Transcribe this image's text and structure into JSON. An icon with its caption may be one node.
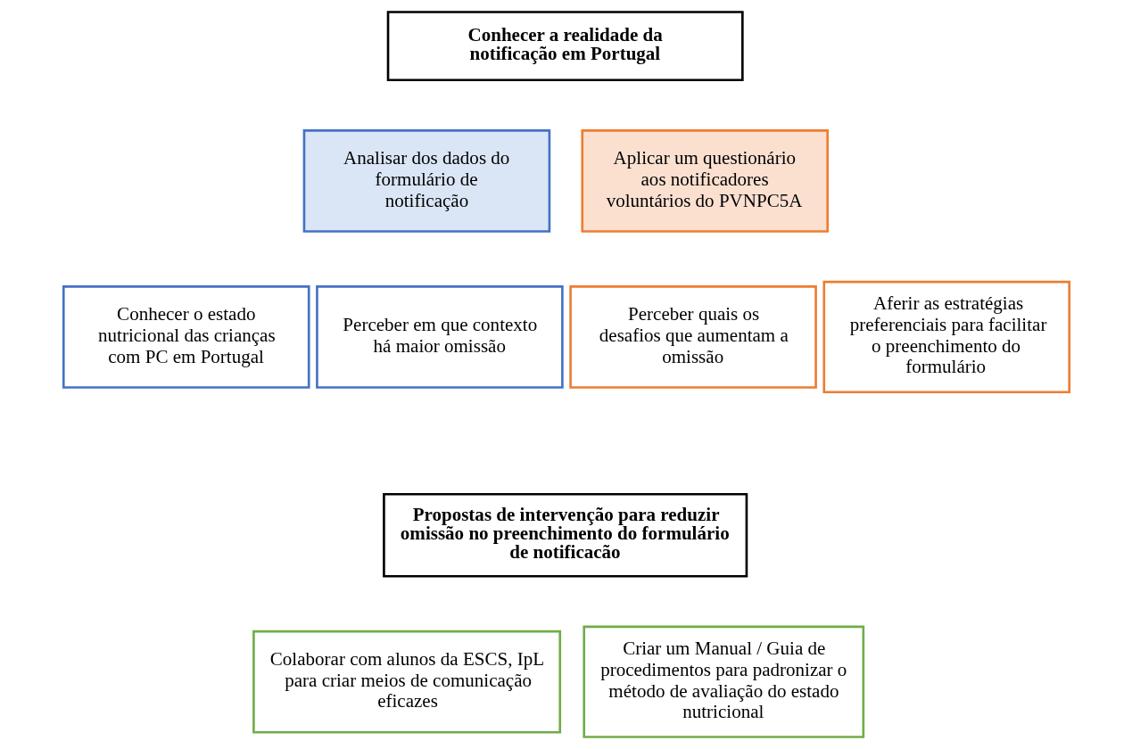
{
  "diagram": {
    "nodes": [
      {
        "text": [
          "Conhecer a realidade da notificação em Portugal"
        ]
      },
      {
        "text": [
          "Analisar dos dados do formulário de notificação"
        ]
      },
      {
        "text": [
          "Aplicar um questionário aos notificadores voluntários do PVNPC5A"
        ]
      },
      {
        "text": [
          "Conhecer o estado nutricional das crianças com PC em Portugal"
        ]
      },
      {
        "text": [
          "Perceber em que contexto há maior omissão"
        ]
      },
      {
        "text": [
          "Perceber quais os desafios que aumentam a omissão"
        ]
      },
      {
        "text": [
          "Aferir as estratégias preferenciais para facilitar o preenchimento do formulário"
        ]
      },
      {
        "text": [
          "Propostas de intervenção para reduzir omissão no preenchimento do formulário de notificacão"
        ]
      },
      {
        "text": [
          "Colaborar com alunos da ESCS, IpL para criar meios de comunicação eficazes"
        ]
      },
      {
        "text": [
          "Criar um Manual / Guia de procedimentos para padronizar o método de avaliação do estado nutricional"
        ]
      }
    ]
  }
}
